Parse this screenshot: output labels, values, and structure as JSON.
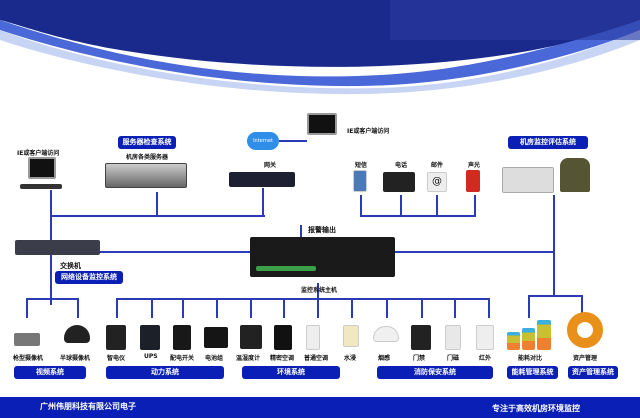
{
  "top": {
    "client_left": "IE或客户端访问",
    "client_right": "IE或客户端访问",
    "server_system": "服务器检查系统",
    "servers": "机房各类服务器",
    "cloud": "Internet",
    "gateway": "网关",
    "eval_system": "机房监控评估系统"
  },
  "alarm": {
    "title": "报警输出",
    "items": [
      "短信",
      "电话",
      "邮件",
      "声光"
    ]
  },
  "switch": {
    "label": "交换机",
    "system": "网络设备监控系统"
  },
  "host": {
    "label": "监控系统主机"
  },
  "devices": [
    "枪型摄像机",
    "半球摄像机",
    "智电仪",
    "UPS",
    "配电开关",
    "电池组",
    "温湿度计",
    "精密空调",
    "普通空调",
    "水浸",
    "烟感",
    "门禁",
    "门磁",
    "红外",
    "能耗对比",
    "资产管理"
  ],
  "systems": [
    "视频系统",
    "动力系统",
    "环境系统",
    "消防保安系统",
    "能耗管理系统",
    "资产管理系统"
  ],
  "footer": {
    "company": "广州伟朋科技有限公司电子",
    "slogan": "专注于高效机房环境监控"
  }
}
